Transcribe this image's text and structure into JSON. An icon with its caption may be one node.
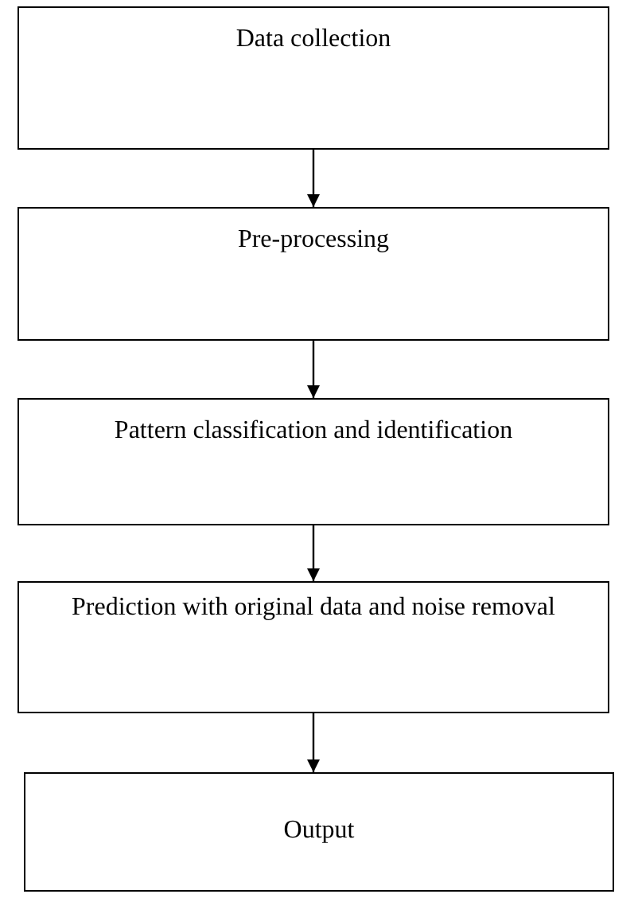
{
  "diagram": {
    "nodes": [
      {
        "text": [
          "Data collection"
        ]
      },
      {
        "text": [
          "Pre-processing"
        ]
      },
      {
        "text": [
          "Pattern classification and identification"
        ]
      },
      {
        "text": [
          "Prediction with original data and noise removal"
        ]
      },
      {
        "text": [
          "Output"
        ]
      }
    ],
    "edges": [
      {
        "from": 0,
        "to": 1,
        "arrow": "to"
      },
      {
        "from": 1,
        "to": 2,
        "arrow": "to"
      },
      {
        "from": 2,
        "to": 3,
        "arrow": "to"
      },
      {
        "from": 3,
        "to": 4,
        "arrow": "to"
      }
    ]
  }
}
